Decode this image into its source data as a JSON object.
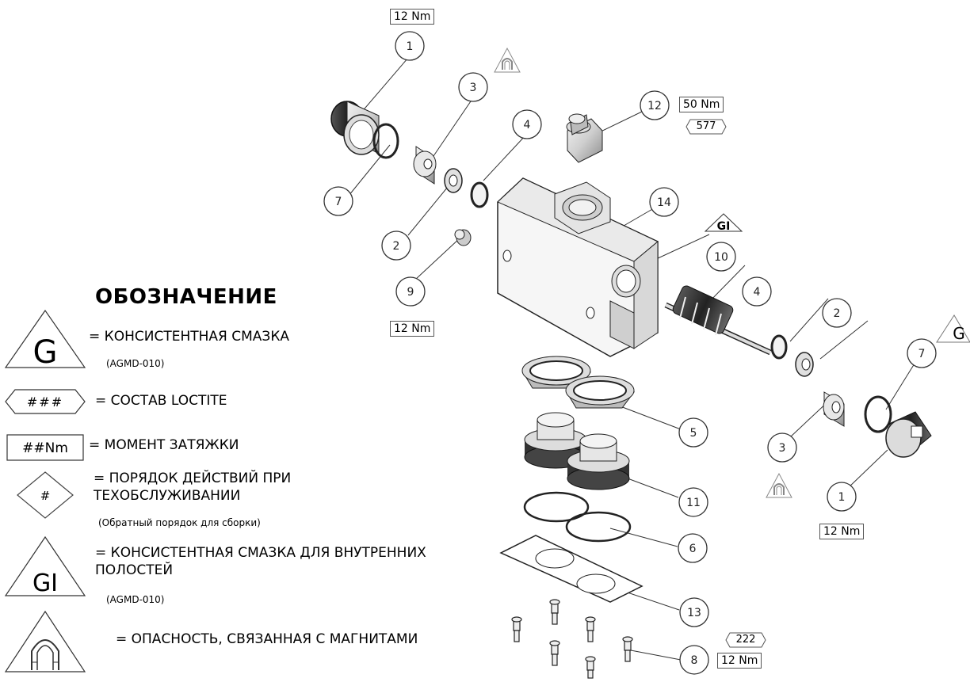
{
  "legend": {
    "title": "ОБОЗНАЧЕНИЕ",
    "items": [
      {
        "symbol": "G",
        "text": "= КОНСИСТЕНТНАЯ СМАЗКА",
        "note": "(AGMD-010)"
      },
      {
        "symbol": "###",
        "text": "= СОСТАВ LOCTITE"
      },
      {
        "symbol": "##Nm",
        "text": "= МОМЕНТ ЗАТЯЖКИ"
      },
      {
        "symbol": "#",
        "text_line1": "= ПОРЯДОК ДЕЙСТВИЙ ПРИ",
        "text_line2": "ТЕХОБСЛУЖИВАНИИ",
        "note": "(Обратный порядок для сборки)"
      },
      {
        "symbol": "GI",
        "text_line1": "= КОНСИСТЕНТНАЯ СМАЗКА ДЛЯ ВНУТРЕННИХ",
        "text_line2": "ПОЛОСТЕЙ",
        "note": "(AGMD-010)"
      },
      {
        "symbol": "magnet-icon",
        "text": "=  ОПАСНОСТЬ, СВЯЗАННАЯ С МАГНИТАМИ"
      }
    ]
  },
  "balloons": [
    {
      "id": "b1-top",
      "num": "1"
    },
    {
      "id": "b3-top",
      "num": "3"
    },
    {
      "id": "b4-top",
      "num": "4"
    },
    {
      "id": "b12",
      "num": "12"
    },
    {
      "id": "b14",
      "num": "14"
    },
    {
      "id": "b7-top",
      "num": "7"
    },
    {
      "id": "b2-top",
      "num": "2"
    },
    {
      "id": "b9",
      "num": "9"
    },
    {
      "id": "b10",
      "num": "10"
    },
    {
      "id": "b4-right",
      "num": "4"
    },
    {
      "id": "b2-right",
      "num": "2"
    },
    {
      "id": "b7-right",
      "num": "7"
    },
    {
      "id": "b5",
      "num": "5"
    },
    {
      "id": "b3-right",
      "num": "3"
    },
    {
      "id": "b1-right",
      "num": "1"
    },
    {
      "id": "b11",
      "num": "11"
    },
    {
      "id": "b6",
      "num": "6"
    },
    {
      "id": "b13",
      "num": "13"
    },
    {
      "id": "b8",
      "num": "8"
    }
  ],
  "torque_labels": {
    "t1_top": "12 Nm",
    "t12": "50 Nm",
    "t9": "12 Nm",
    "t1_right": "12 Nm",
    "t8": "12 Nm"
  },
  "loctite_labels": {
    "l12": "577",
    "l8": "222"
  },
  "part_symbols": {
    "gi_on_body": "GI",
    "g_on_right": "G"
  }
}
